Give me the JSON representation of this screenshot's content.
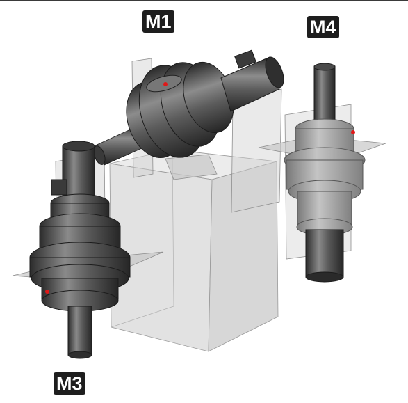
{
  "labels": {
    "m1": "M1",
    "m3": "M3",
    "m4": "M4"
  },
  "colors": {
    "label_bg": "#1e1e1e",
    "label_text": "#ffffff",
    "gearbox_dark": "#3c3c3c",
    "gearbox_mid": "#6e6e6e",
    "gearbox_light": "#a8a8a8",
    "glass_panel": "#d4d4d4",
    "marker": "#e01818"
  },
  "icons": [
    "gearbox-m1",
    "gearbox-m3",
    "gearbox-m4",
    "mounting-cube",
    "red-marker"
  ]
}
